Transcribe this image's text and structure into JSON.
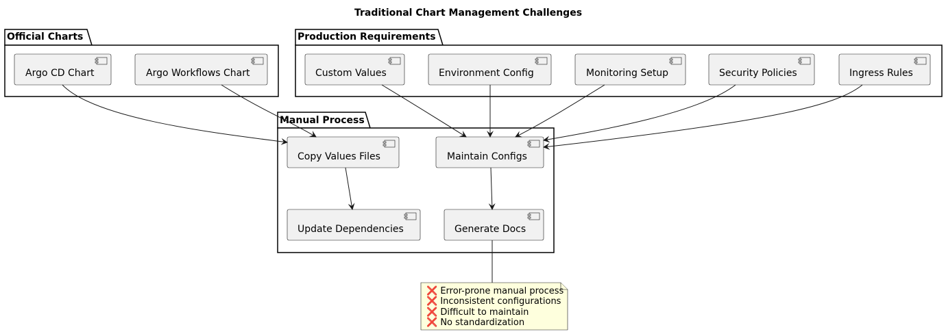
{
  "diagram": {
    "title": "Traditional Chart Management Challenges",
    "packages": [
      {
        "id": "official",
        "name": "Official Charts",
        "components": [
          {
            "id": "argocd",
            "label": "Argo CD Chart"
          },
          {
            "id": "argowf",
            "label": "Argo Workflows Chart"
          }
        ]
      },
      {
        "id": "prod",
        "name": "Production Requirements",
        "components": [
          {
            "id": "custom",
            "label": "Custom Values"
          },
          {
            "id": "env",
            "label": "Environment Config"
          },
          {
            "id": "monitor",
            "label": "Monitoring Setup"
          },
          {
            "id": "security",
            "label": "Security Policies"
          },
          {
            "id": "ingress",
            "label": "Ingress Rules"
          }
        ]
      },
      {
        "id": "manual",
        "name": "Manual Process",
        "components": [
          {
            "id": "copy",
            "label": "Copy Values Files"
          },
          {
            "id": "maintain",
            "label": "Maintain Configs"
          },
          {
            "id": "update",
            "label": "Update Dependencies"
          },
          {
            "id": "gendocs",
            "label": "Generate Docs"
          }
        ]
      }
    ],
    "edges": [
      {
        "from": "argocd",
        "to": "copy"
      },
      {
        "from": "argowf",
        "to": "copy"
      },
      {
        "from": "custom",
        "to": "maintain"
      },
      {
        "from": "env",
        "to": "maintain"
      },
      {
        "from": "monitor",
        "to": "maintain"
      },
      {
        "from": "security",
        "to": "maintain"
      },
      {
        "from": "ingress",
        "to": "maintain"
      },
      {
        "from": "copy",
        "to": "update"
      },
      {
        "from": "maintain",
        "to": "gendocs"
      }
    ],
    "note": {
      "attached_to": "gendocs",
      "lines": [
        "❌ Error-prone manual process",
        "❌ Inconsistent configurations",
        "❌ Difficult to maintain",
        "❌ No standardization"
      ]
    }
  }
}
